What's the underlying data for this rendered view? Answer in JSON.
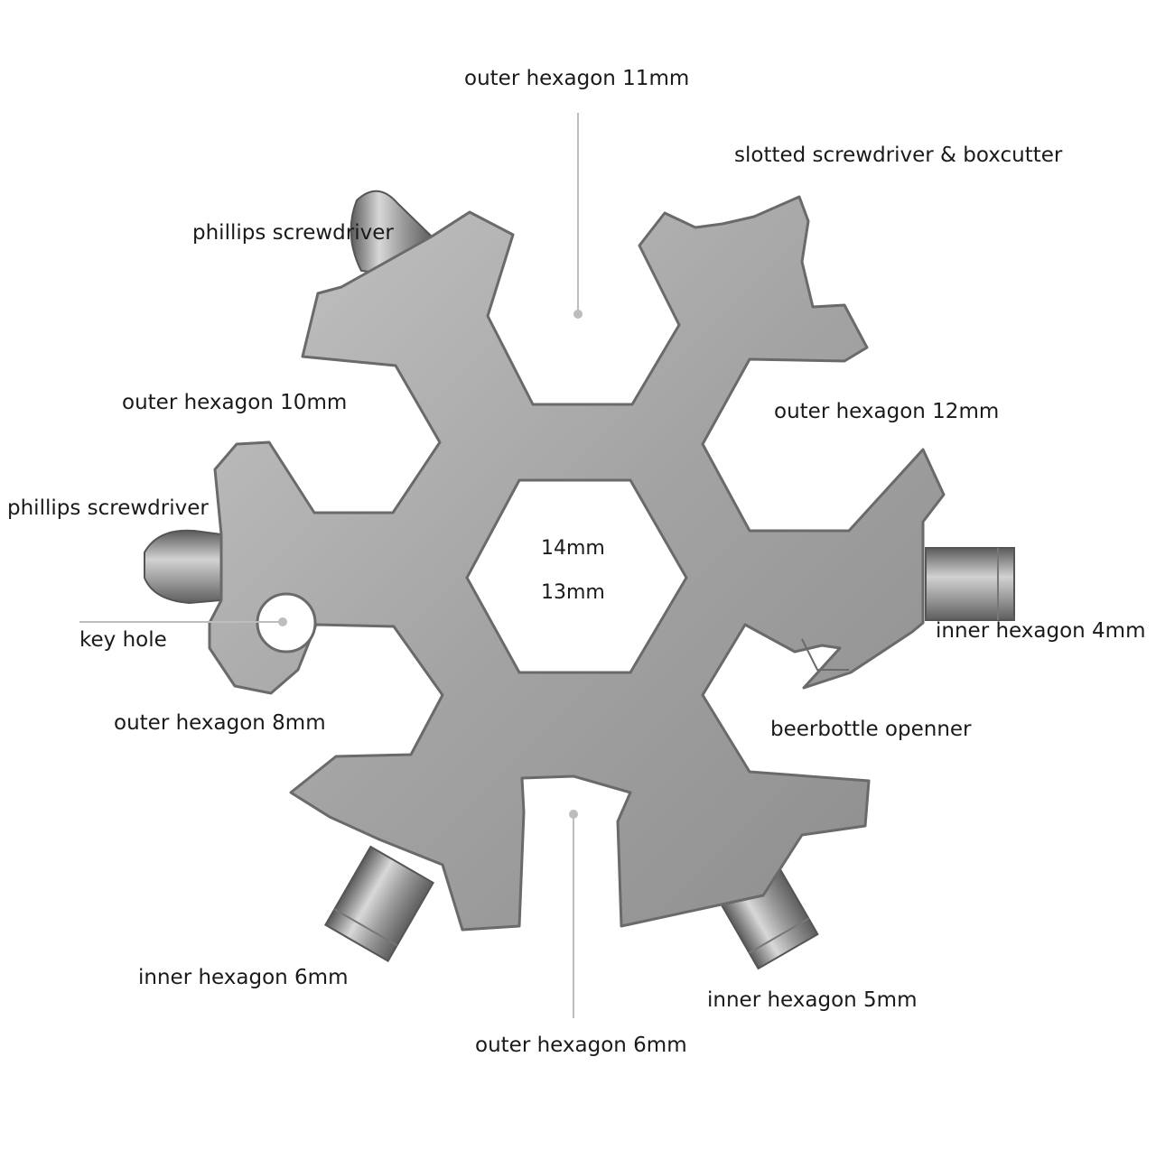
{
  "labels": {
    "outer_hex_11": "outer hexagon 11mm",
    "slotted": "slotted screwdriver & boxcutter",
    "phillips_top": "phillips screwdriver",
    "outer_hex_10": "outer hexagon 10mm",
    "outer_hex_12": "outer hexagon 12mm",
    "phillips_left": "phillips screwdriver",
    "key_hole": "key hole",
    "inner_hex_4": "inner hexagon 4mm",
    "outer_hex_8": "outer hexagon 8mm",
    "beer_opener": "beerbottle openner",
    "inner_hex_6": "inner hexagon 6mm",
    "inner_hex_5": "inner hexagon 5mm",
    "outer_hex_6": "outer hexagon 6mm",
    "center_14": "14mm",
    "center_13": "13mm"
  },
  "colors": {
    "steel_light": "#b9b9b9",
    "steel_mid": "#9a9a9a",
    "steel_dark": "#6f6f6f",
    "leader_line": "#bdbdbd",
    "text": "#1a1a1a"
  }
}
